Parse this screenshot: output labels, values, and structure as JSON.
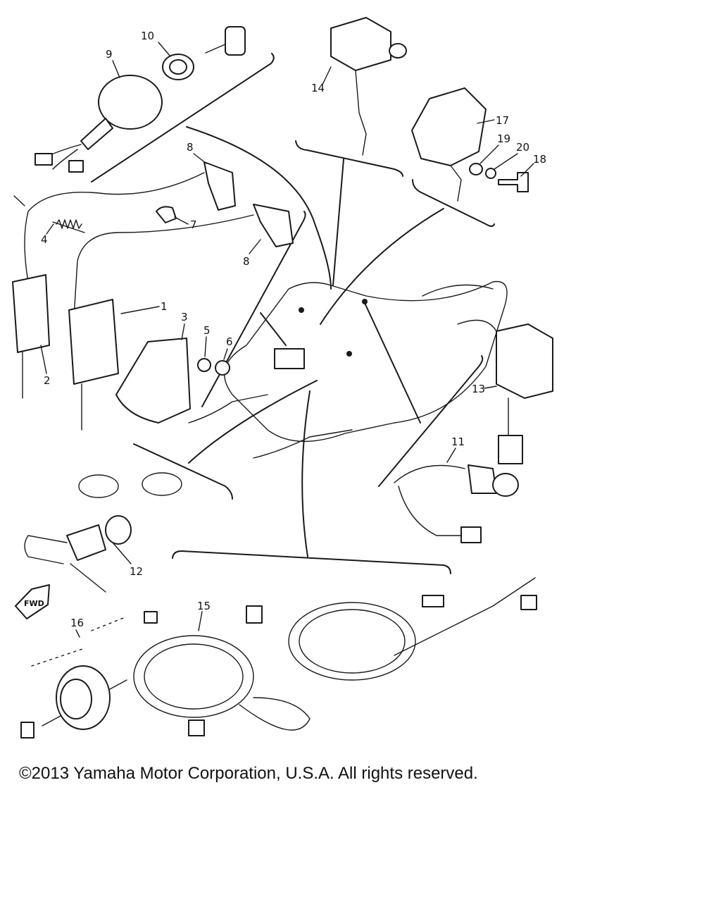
{
  "figure": {
    "copyright": "©2013 Yamaha Motor Corporation, U.S.A. All rights reserved.",
    "direction_marker": "FWD"
  },
  "callouts": [
    {
      "id": "1",
      "label": "1"
    },
    {
      "id": "2",
      "label": "2"
    },
    {
      "id": "3",
      "label": "3"
    },
    {
      "id": "4",
      "label": "4"
    },
    {
      "id": "5",
      "label": "5"
    },
    {
      "id": "6",
      "label": "6"
    },
    {
      "id": "7",
      "label": "7"
    },
    {
      "id": "8a",
      "label": "8"
    },
    {
      "id": "8b",
      "label": "8"
    },
    {
      "id": "9",
      "label": "9"
    },
    {
      "id": "10",
      "label": "10"
    },
    {
      "id": "11",
      "label": "11"
    },
    {
      "id": "12",
      "label": "12"
    },
    {
      "id": "13",
      "label": "13"
    },
    {
      "id": "14",
      "label": "14"
    },
    {
      "id": "15",
      "label": "15"
    },
    {
      "id": "16",
      "label": "16"
    },
    {
      "id": "17",
      "label": "17"
    },
    {
      "id": "18",
      "label": "18"
    },
    {
      "id": "19",
      "label": "19"
    },
    {
      "id": "20",
      "label": "20"
    }
  ]
}
